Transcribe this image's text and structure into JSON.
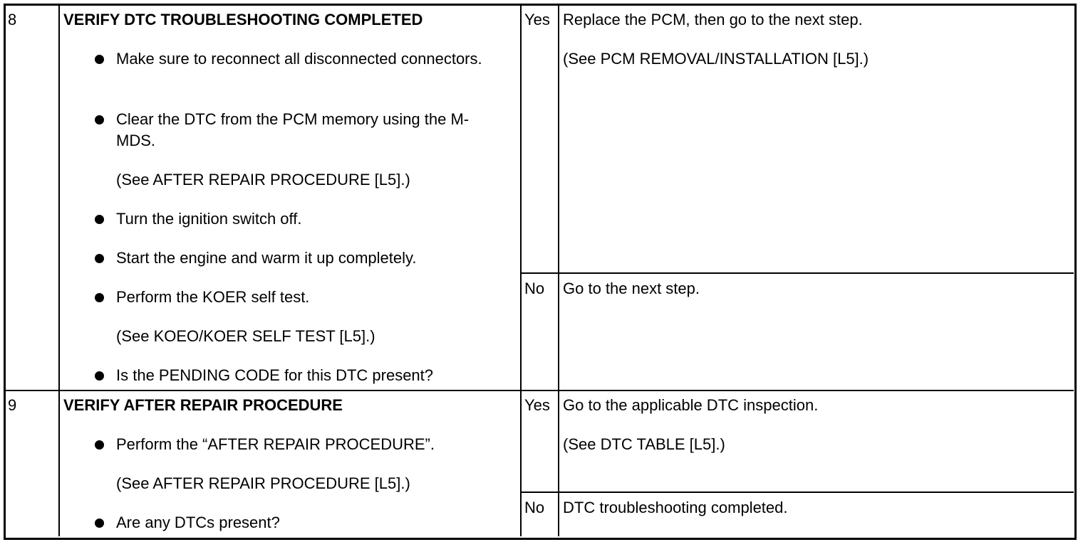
{
  "rows": [
    {
      "step": "8",
      "title": "VERIFY DTC TROUBLESHOOTING COMPLETED",
      "items": [
        {
          "type": "bullet",
          "text": "Make sure to reconnect all disconnected connectors."
        },
        {
          "type": "bullet",
          "text": "Clear the DTC from the PCM memory using the M-MDS."
        },
        {
          "type": "note",
          "text": "(See AFTER REPAIR PROCEDURE [L5].)"
        },
        {
          "type": "bullet",
          "text": "Turn the ignition switch off."
        },
        {
          "type": "bullet",
          "text": "Start the engine and warm it up completely."
        },
        {
          "type": "bullet",
          "text": "Perform the KOER self test."
        },
        {
          "type": "note",
          "text": "(See KOEO/KOER SELF TEST [L5].)"
        },
        {
          "type": "bullet",
          "text": "Is the PENDING CODE for this DTC present?"
        }
      ],
      "yes_label": "Yes",
      "yes_action": "Replace the PCM, then go to the next step.",
      "yes_note": "(See PCM REMOVAL/INSTALLATION [L5].)",
      "no_label": "No",
      "no_action": "Go to the next step."
    },
    {
      "step": "9",
      "title": "VERIFY AFTER REPAIR PROCEDURE",
      "items": [
        {
          "type": "bullet",
          "text": "Perform the “AFTER REPAIR PROCEDURE”."
        },
        {
          "type": "note",
          "text": "(See AFTER REPAIR PROCEDURE [L5].)"
        },
        {
          "type": "bullet",
          "text": "Are any DTCs present?"
        }
      ],
      "yes_label": "Yes",
      "yes_action": "Go to the applicable DTC inspection.",
      "yes_note": "(See DTC TABLE [L5].)",
      "no_label": "No",
      "no_action": "DTC troubleshooting completed."
    }
  ]
}
